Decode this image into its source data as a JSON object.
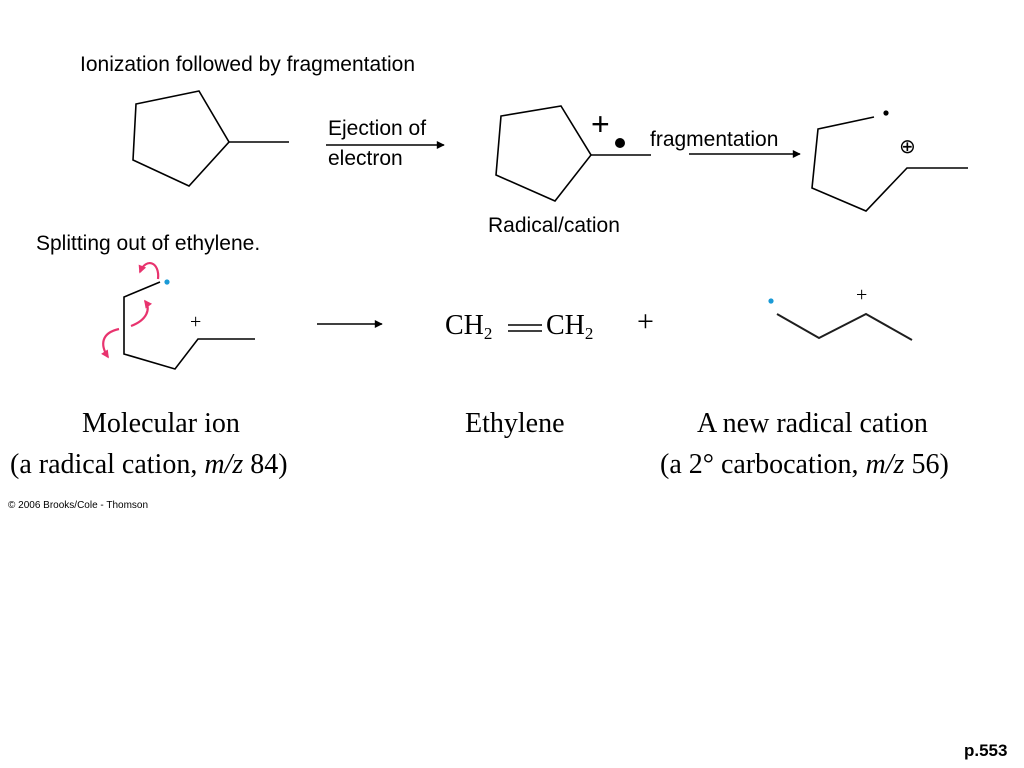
{
  "headings": {
    "ionization": "Ionization followed by fragmentation",
    "splitting": "Splitting out of ethylene."
  },
  "labels": {
    "ejection_line1": "Ejection of",
    "ejection_line2": "electron",
    "fragmentation": "fragmentation",
    "radical_cation": "Radical/cation",
    "plus": "+",
    "oplus": "⊕"
  },
  "captions": {
    "molecular_ion": "Molecular ion",
    "molecular_ion_sub_pre": "(a radical cation, ",
    "mz": "m/z",
    "molecular_ion_sub_val": " 84)",
    "ethylene": "Ethylene",
    "new_radical": "A new radical cation",
    "new_radical_sub_pre": "(a 2° carbocation, ",
    "new_radical_sub_val": " 56)"
  },
  "formula": {
    "ch": "CH",
    "sub": "2"
  },
  "copyright": "© 2006 Brooks/Cole - Thomson",
  "page_number": "p.553",
  "colors": {
    "curly_arrow": "#e8336e",
    "radical_dot": "#1a9ad6",
    "text": "#000000"
  }
}
